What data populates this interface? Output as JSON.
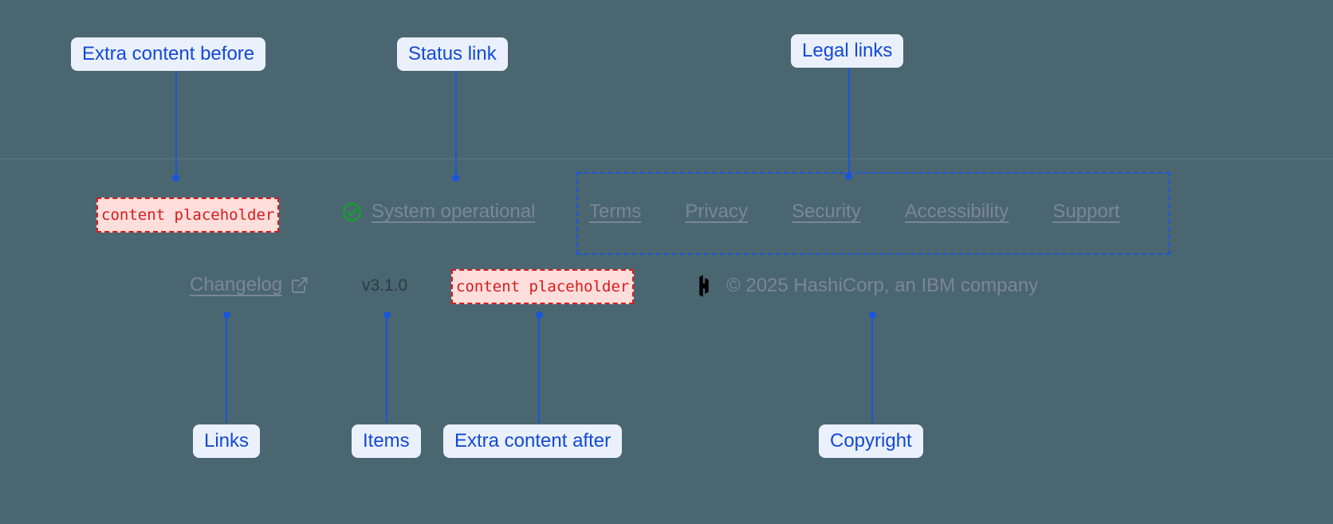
{
  "theme": {
    "background": "#4a6671",
    "annotation_bg": "#eaf1fd",
    "annotation_text": "#1449d6",
    "leader_color": "#1a56db",
    "placeholder_border": "#d81b1b",
    "placeholder_bg": "#ffdedc",
    "placeholder_text": "#d81b1b",
    "link_color": "#7b8794",
    "status_ok_color": "#11a529",
    "version_color": "#2f3b42",
    "logo_color": "#000000",
    "divider_color": "rgba(255,255,255,0.10)"
  },
  "footer": {
    "extra_content_before": "content placeholder",
    "extra_content_after": "content placeholder",
    "status": {
      "icon": "check-circle-icon",
      "label": "System operational"
    },
    "legal_links": [
      {
        "label": "Terms"
      },
      {
        "label": "Privacy"
      },
      {
        "label": "Security"
      },
      {
        "label": "Accessibility"
      },
      {
        "label": "Support"
      }
    ],
    "changelog": {
      "label": "Changelog",
      "icon": "external-link-icon"
    },
    "version": "v3.1.0",
    "copyright": {
      "logo": "hashicorp-logo",
      "text": "© 2025 HashiCorp, an IBM company"
    }
  },
  "annotations": {
    "top": [
      {
        "label": "Extra content before"
      },
      {
        "label": "Status link"
      },
      {
        "label": "Legal links"
      }
    ],
    "bottom": [
      {
        "label": "Links"
      },
      {
        "label": "Items"
      },
      {
        "label": "Extra content after"
      },
      {
        "label": "Copyright"
      }
    ]
  }
}
